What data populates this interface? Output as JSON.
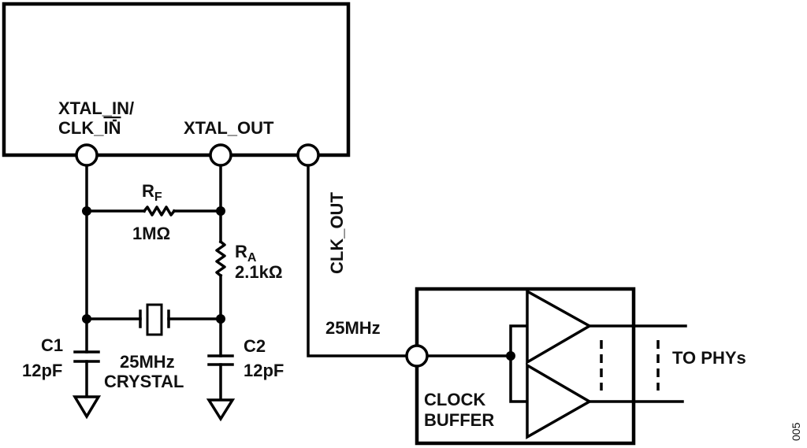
{
  "ic": {
    "pin_xtal_in_line1": "XTAL_IN/",
    "pin_xtal_in_line2_prefix": "CLK_",
    "pin_xtal_in_line2_overbar": "IN",
    "pin_xtal_out": "XTAL_OUT",
    "pin_clk_out": "CLK_OUT"
  },
  "components": {
    "rf": {
      "name": "R",
      "sub": "F",
      "value": "1MΩ"
    },
    "ra": {
      "name": "R",
      "sub": "A",
      "value": "2.1kΩ"
    },
    "c1": {
      "name": "C1",
      "value": "12pF"
    },
    "c2": {
      "name": "C2",
      "value": "12pF"
    },
    "crystal": {
      "freq": "25MHz",
      "name": "CRYSTAL"
    }
  },
  "clock_signal": "25MHz",
  "buffer": {
    "line1": "CLOCK",
    "line2": "BUFFER"
  },
  "outputs_label": "TO PHYs",
  "figure_id": "005"
}
